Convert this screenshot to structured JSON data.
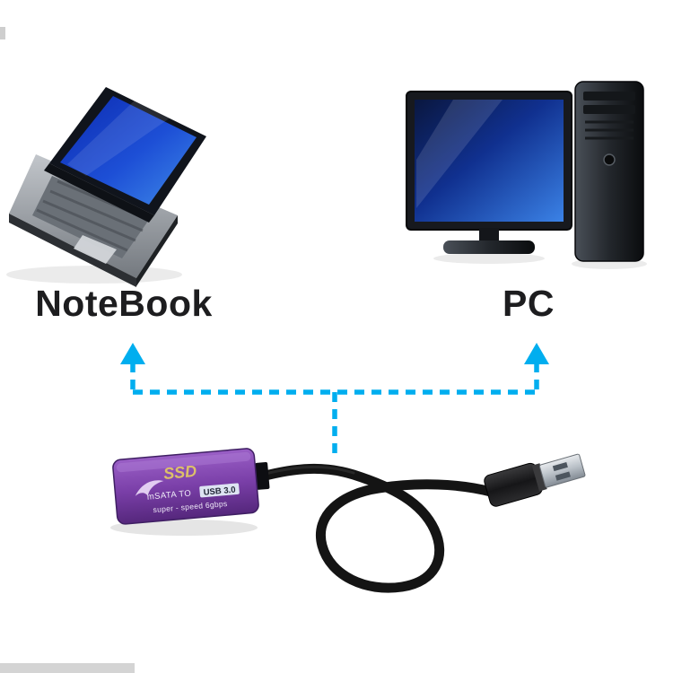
{
  "devices": {
    "notebook_label": "NoteBook",
    "pc_label": "PC"
  },
  "adapter": {
    "brand": "SSD",
    "interface_text": "mSATA TO",
    "usb_text": "USB 3.0",
    "speed_text": "super - speed 6gbps"
  },
  "colors": {
    "arrow_cyan": "#00aeef",
    "adapter_purple": "#7a3fa8",
    "screen_blue": "#2b6fe0",
    "cable_black": "#141414",
    "label_text": "#1d1d1f",
    "background": "#ffffff"
  }
}
